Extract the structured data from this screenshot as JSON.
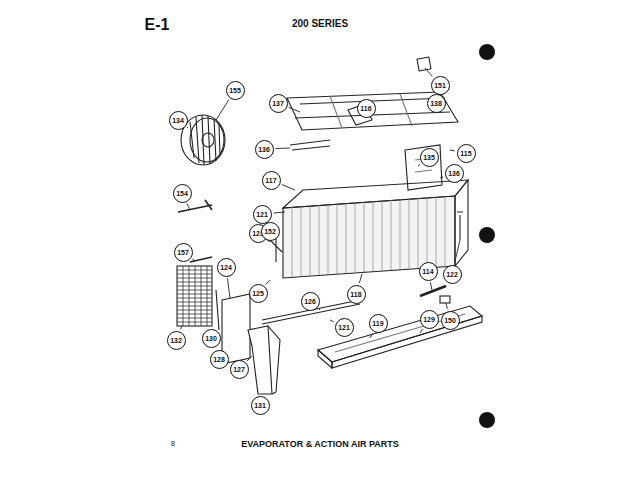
{
  "diagram": {
    "title": "200 SERIES",
    "caption": "EVAPORATOR & ACTION AIR PARTS",
    "labels": [
      "E-1",
      "151",
      "155",
      "134",
      "137",
      "116",
      "138",
      "136",
      "135",
      "115",
      "117",
      "136",
      "154",
      "121",
      "123",
      "152",
      "122",
      "157",
      "124",
      "125",
      "114",
      "118",
      "126",
      "132",
      "130",
      "128",
      "121",
      "119",
      "129",
      "150",
      "127",
      "131",
      "8"
    ]
  }
}
